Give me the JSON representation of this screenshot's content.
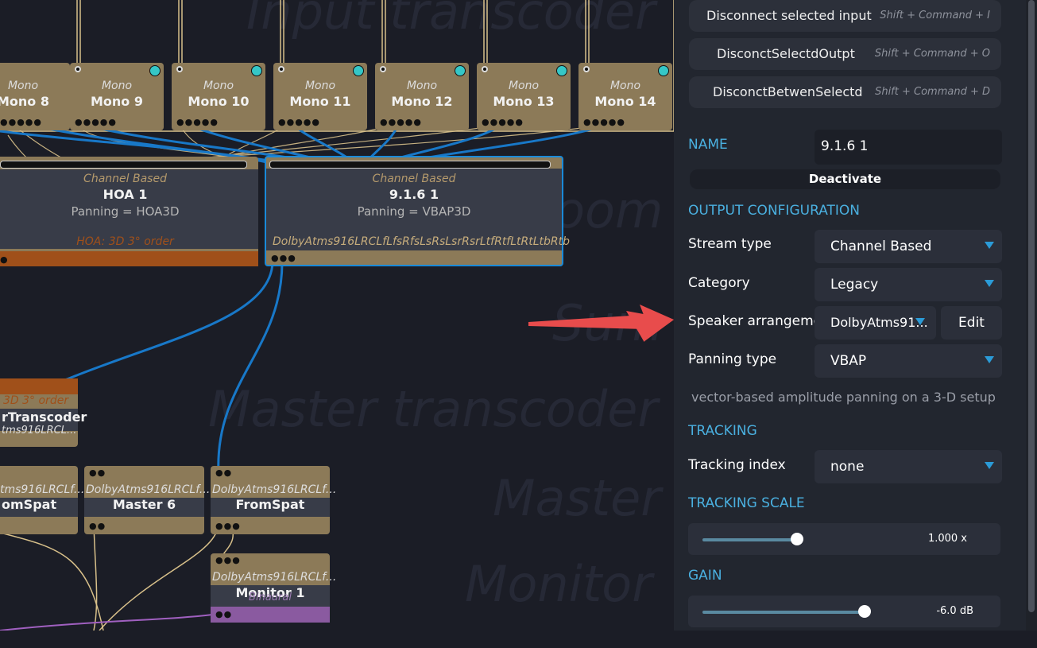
{
  "canvas": {
    "watermarks": [
      "Input transcoder",
      "Room",
      "Sum",
      "Master transcoder",
      "Master",
      "Monitor"
    ],
    "mono_nodes": [
      {
        "type": "Mono",
        "name": "Mono 8"
      },
      {
        "type": "Mono",
        "name": "Mono 9"
      },
      {
        "type": "Mono",
        "name": "Mono 10"
      },
      {
        "type": "Mono",
        "name": "Mono 11"
      },
      {
        "type": "Mono",
        "name": "Mono 12"
      },
      {
        "type": "Mono",
        "name": "Mono 13"
      },
      {
        "type": "Mono",
        "name": "Mono 14"
      }
    ],
    "hoa_node": {
      "type": "Channel Based",
      "name": "HOA 1",
      "panning": "Panning = HOA3D",
      "footer": "HOA: 3D 3° order"
    },
    "selected_node": {
      "type": "Channel Based",
      "name": "9.1.6 1",
      "panning": "Panning = VBAP3D",
      "footer": "DolbyAtms916LRCLfLfsRfsLsRsLsrRsrLtfRtfLtRtLtbRtb"
    },
    "transcoder_node": {
      "top": "3D 3° order",
      "name": "rTranscoder",
      "sub": "tms916LRCL..."
    },
    "fromspat_left": {
      "type": "tms916LRCLf...",
      "name": "omSpat"
    },
    "master6": {
      "type": "DolbyAtms916LRCLf...",
      "name": "Master 6"
    },
    "fromspat": {
      "type": "DolbyAtms916LRCLf...",
      "name": "FromSpat"
    },
    "monitor1": {
      "type": "DolbyAtms916LRCLf...",
      "name": "Monitor 1",
      "footer": "Binaural"
    }
  },
  "panel": {
    "actions": [
      {
        "label": "Disconnect selected input",
        "shortcut": "Shift + Command + I"
      },
      {
        "label": "DisconctSelectdOutpt",
        "shortcut": "Shift + Command + O"
      },
      {
        "label": "DisconctBetwenSelectd",
        "shortcut": "Shift + Command + D"
      }
    ],
    "name_label": "NAME",
    "name_value": "9.1.6 1",
    "deactivate_label": "Deactivate",
    "output_config_label": "OUTPUT CONFIGURATION",
    "stream_type": {
      "label": "Stream type",
      "value": "Channel Based"
    },
    "category": {
      "label": "Category",
      "value": "Legacy"
    },
    "speaker": {
      "label": "Speaker arrangeme",
      "value": "DolbyAtms91...",
      "edit_label": "Edit"
    },
    "panning": {
      "label": "Panning type",
      "value": "VBAP"
    },
    "panning_desc": "vector-based amplitude panning on a 3-D setup",
    "tracking_label": "TRACKING",
    "tracking_index": {
      "label": "Tracking index",
      "value": "none"
    },
    "tracking_scale_label": "TRACKING SCALE",
    "tracking_scale": {
      "value_text": "1.000 x",
      "fraction": 0.35
    },
    "gain_label": "GAIN",
    "gain": {
      "value_text": "-6.0 dB",
      "fraction": 0.6
    }
  },
  "colors": {
    "node": "#8c7a58",
    "wire_blue": "#1878c8",
    "wire_tan": "#d8c08a",
    "accent": "#4ab0e0",
    "arrow": "#e84c4c",
    "hoa_footer": "#a0501a",
    "monitor_footer": "#8a5aa0"
  }
}
